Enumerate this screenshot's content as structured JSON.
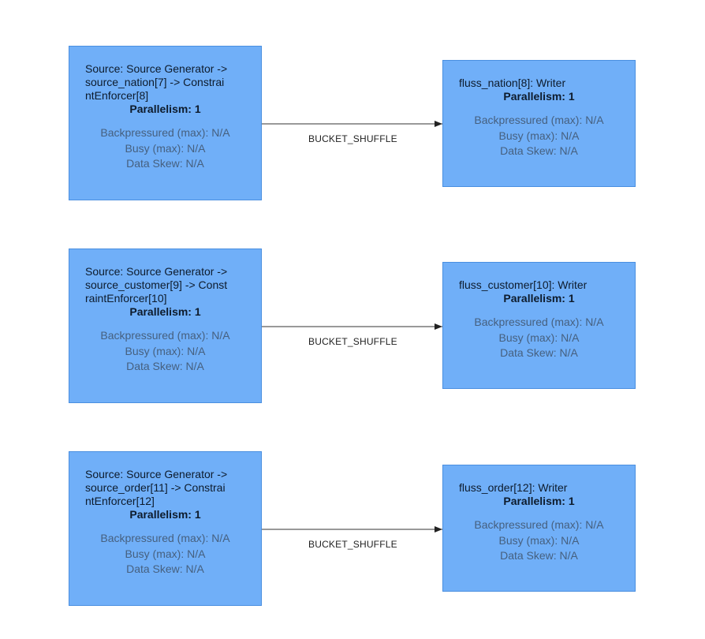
{
  "pipelines": [
    {
      "source": {
        "lines": [
          "Source: Source Generator ->",
          "source_nation[7] -> Constrai",
          "ntEnforcer[8]"
        ],
        "parallelism": "Parallelism: 1",
        "metrics": [
          "Backpressured (max): N/A",
          "Busy (max): N/A",
          "Data Skew: N/A"
        ]
      },
      "edge_label": "BUCKET_SHUFFLE",
      "sink": {
        "lines": [
          "fluss_nation[8]: Writer"
        ],
        "parallelism": "Parallelism: 1",
        "metrics": [
          "Backpressured (max): N/A",
          "Busy (max): N/A",
          "Data Skew: N/A"
        ]
      }
    },
    {
      "source": {
        "lines": [
          "Source: Source Generator ->",
          "source_customer[9] -> Const",
          "raintEnforcer[10]"
        ],
        "parallelism": "Parallelism: 1",
        "metrics": [
          "Backpressured (max): N/A",
          "Busy (max): N/A",
          "Data Skew: N/A"
        ]
      },
      "edge_label": "BUCKET_SHUFFLE",
      "sink": {
        "lines": [
          "fluss_customer[10]: Writer"
        ],
        "parallelism": "Parallelism: 1",
        "metrics": [
          "Backpressured (max): N/A",
          "Busy (max): N/A",
          "Data Skew: N/A"
        ]
      }
    },
    {
      "source": {
        "lines": [
          "Source: Source Generator ->",
          "source_order[11] -> Constrai",
          "ntEnforcer[12]"
        ],
        "parallelism": "Parallelism: 1",
        "metrics": [
          "Backpressured (max): N/A",
          "Busy (max): N/A",
          "Data Skew: N/A"
        ]
      },
      "edge_label": "BUCKET_SHUFFLE",
      "sink": {
        "lines": [
          "fluss_order[12]: Writer"
        ],
        "parallelism": "Parallelism: 1",
        "metrics": [
          "Backpressured (max): N/A",
          "Busy (max): N/A",
          "Data Skew: N/A"
        ]
      }
    }
  ]
}
